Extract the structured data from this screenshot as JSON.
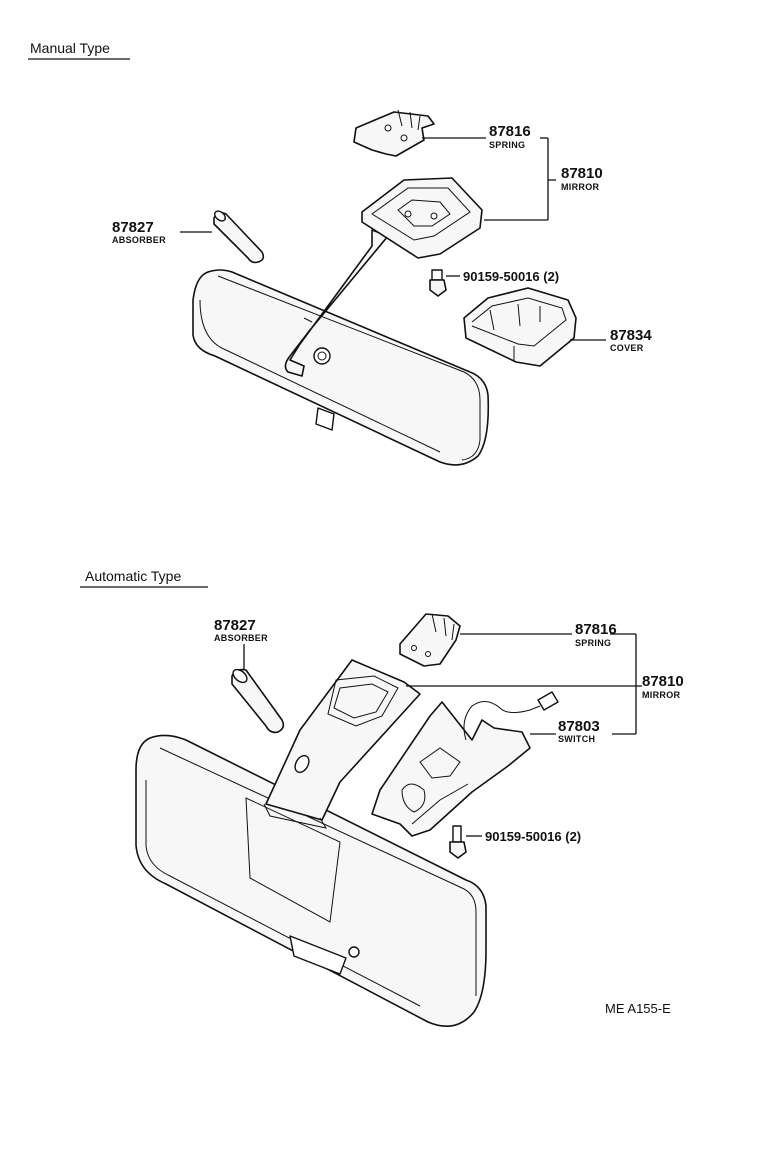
{
  "manual": {
    "title": "Manual Type",
    "spring": {
      "number": "87816",
      "name": "SPRING"
    },
    "mirror": {
      "number": "87810",
      "name": "MIRROR"
    },
    "absorber": {
      "number": "87827",
      "name": "ABSORBER"
    },
    "screw": {
      "label": "90159-50016 (2)"
    },
    "cover": {
      "number": "87834",
      "name": "COVER"
    }
  },
  "automatic": {
    "title": "Automatic Type",
    "absorber": {
      "number": "87827",
      "name": "ABSORBER"
    },
    "spring": {
      "number": "87816",
      "name": "SPRING"
    },
    "mirror": {
      "number": "87810",
      "name": "MIRROR"
    },
    "switch": {
      "number": "87803",
      "name": "SWITCH"
    },
    "screw": {
      "label": "90159-50016 (2)"
    }
  },
  "figure_code": "ME A155-E"
}
